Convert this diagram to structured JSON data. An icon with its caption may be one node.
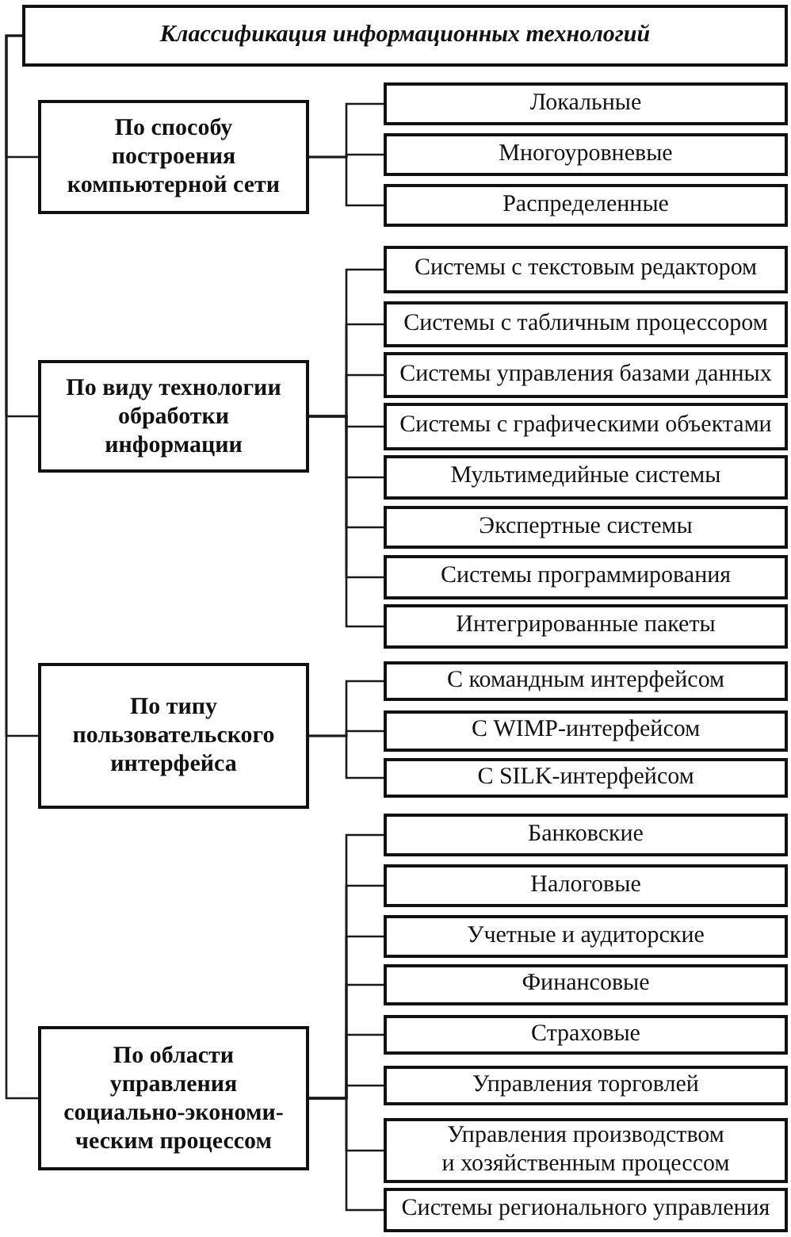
{
  "diagram": {
    "nodes": [
      {
        "text": [
          "Классификация информационных технологий"
        ]
      },
      {
        "text": [
          "По способу построения компьютерной сети"
        ]
      },
      {
        "text": [
          "Локальные"
        ]
      },
      {
        "text": [
          "Многоуровневые"
        ]
      },
      {
        "text": [
          "Распределенные"
        ]
      },
      {
        "text": [
          "По виду технологии обработки информации"
        ]
      },
      {
        "text": [
          "Системы с текстовым редактором"
        ]
      },
      {
        "text": [
          "Системы с табличным процессором"
        ]
      },
      {
        "text": [
          "Системы управления базами данных"
        ]
      },
      {
        "text": [
          "Системы с графическими объектами"
        ]
      },
      {
        "text": [
          "Мультимедийные системы"
        ]
      },
      {
        "text": [
          "Экспертные системы"
        ]
      },
      {
        "text": [
          "Системы программирования"
        ]
      },
      {
        "text": [
          "Интегрированные пакеты"
        ]
      },
      {
        "text": [
          "По типу пользовательского интерфейса"
        ]
      },
      {
        "text": [
          "С командным интерфейсом"
        ]
      },
      {
        "text": [
          "С WIMP-интерфейсом"
        ]
      },
      {
        "text": [
          "С SILK-интерфейсом"
        ]
      },
      {
        "text": [
          "По области управления социально-экономи- ческим процессом"
        ]
      },
      {
        "text": [
          "Банковские"
        ]
      },
      {
        "text": [
          "Налоговые"
        ]
      },
      {
        "text": [
          "Учетные и аудиторские"
        ]
      },
      {
        "text": [
          "Финансовые"
        ]
      },
      {
        "text": [
          "Страховые"
        ]
      },
      {
        "text": [
          "Управления торговлей"
        ]
      },
      {
        "text": [
          "Управления производством и хозяйственным процессом"
        ]
      },
      {
        "text": [
          "Системы регионального управления"
        ]
      }
    ],
    "edges": [
      {
        "from": 0,
        "to": 1,
        "arrow": "none"
      },
      {
        "from": 0,
        "to": 5,
        "arrow": "none"
      },
      {
        "from": 0,
        "to": 14,
        "arrow": "none"
      },
      {
        "from": 0,
        "to": 18,
        "arrow": "none"
      },
      {
        "from": 1,
        "to": 2,
        "arrow": "none"
      },
      {
        "from": 1,
        "to": 3,
        "arrow": "none"
      },
      {
        "from": 1,
        "to": 4,
        "arrow": "none"
      },
      {
        "from": 5,
        "to": 6,
        "arrow": "none"
      },
      {
        "from": 5,
        "to": 7,
        "arrow": "none"
      },
      {
        "from": 5,
        "to": 8,
        "arrow": "none"
      },
      {
        "from": 5,
        "to": 9,
        "arrow": "none"
      },
      {
        "from": 5,
        "to": 10,
        "arrow": "none"
      },
      {
        "from": 5,
        "to": 11,
        "arrow": "none"
      },
      {
        "from": 5,
        "to": 12,
        "arrow": "none"
      },
      {
        "from": 5,
        "to": 13,
        "arrow": "none"
      },
      {
        "from": 14,
        "to": 15,
        "arrow": "none"
      },
      {
        "from": 14,
        "to": 16,
        "arrow": "none"
      },
      {
        "from": 14,
        "to": 17,
        "arrow": "none"
      },
      {
        "from": 18,
        "to": 19,
        "arrow": "none"
      },
      {
        "from": 18,
        "to": 20,
        "arrow": "none"
      },
      {
        "from": 18,
        "to": 21,
        "arrow": "none"
      },
      {
        "from": 18,
        "to": 22,
        "arrow": "none"
      },
      {
        "from": 18,
        "to": 23,
        "arrow": "none"
      },
      {
        "from": 18,
        "to": 24,
        "arrow": "none"
      },
      {
        "from": 18,
        "to": 25,
        "arrow": "none"
      },
      {
        "from": 18,
        "to": 26,
        "arrow": "none"
      }
    ]
  }
}
